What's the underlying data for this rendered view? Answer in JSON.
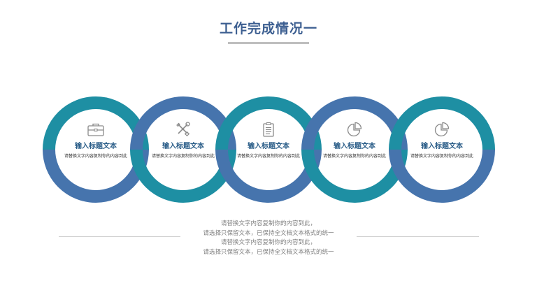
{
  "title": "工作完成情况一",
  "items": [
    {
      "icon": "briefcase-icon",
      "heading": "输入标题文本",
      "desc": "请替换文字内容复制你的内容到此"
    },
    {
      "icon": "tools-icon",
      "heading": "输入标题文本",
      "desc": "请替换文字内容复制你的内容到此"
    },
    {
      "icon": "clipboard-icon",
      "heading": "输入标题文本",
      "desc": "请替换文字内容复制你的内容到此"
    },
    {
      "icon": "pie-chart-icon",
      "heading": "输入标题文本",
      "desc": "请替换文字内容复制你的内容到此"
    },
    {
      "icon": "pie-chart-icon",
      "heading": "输入标题文本",
      "desc": "请替换文字内容复制你的内容到此"
    }
  ],
  "bottom_text": {
    "line1": "请替换文字内容复制你的内容到此，",
    "line2": "请选择只保留文本，已保持全文档文本格式的统一",
    "line3": "请替换文字内容复制你的内容到此，",
    "line4": "请选择只保留文本，已保持全文档文本格式的统一"
  },
  "colors": {
    "teal": "#1e8fa3",
    "blue": "#4674ad",
    "title": "#3d5f91"
  }
}
